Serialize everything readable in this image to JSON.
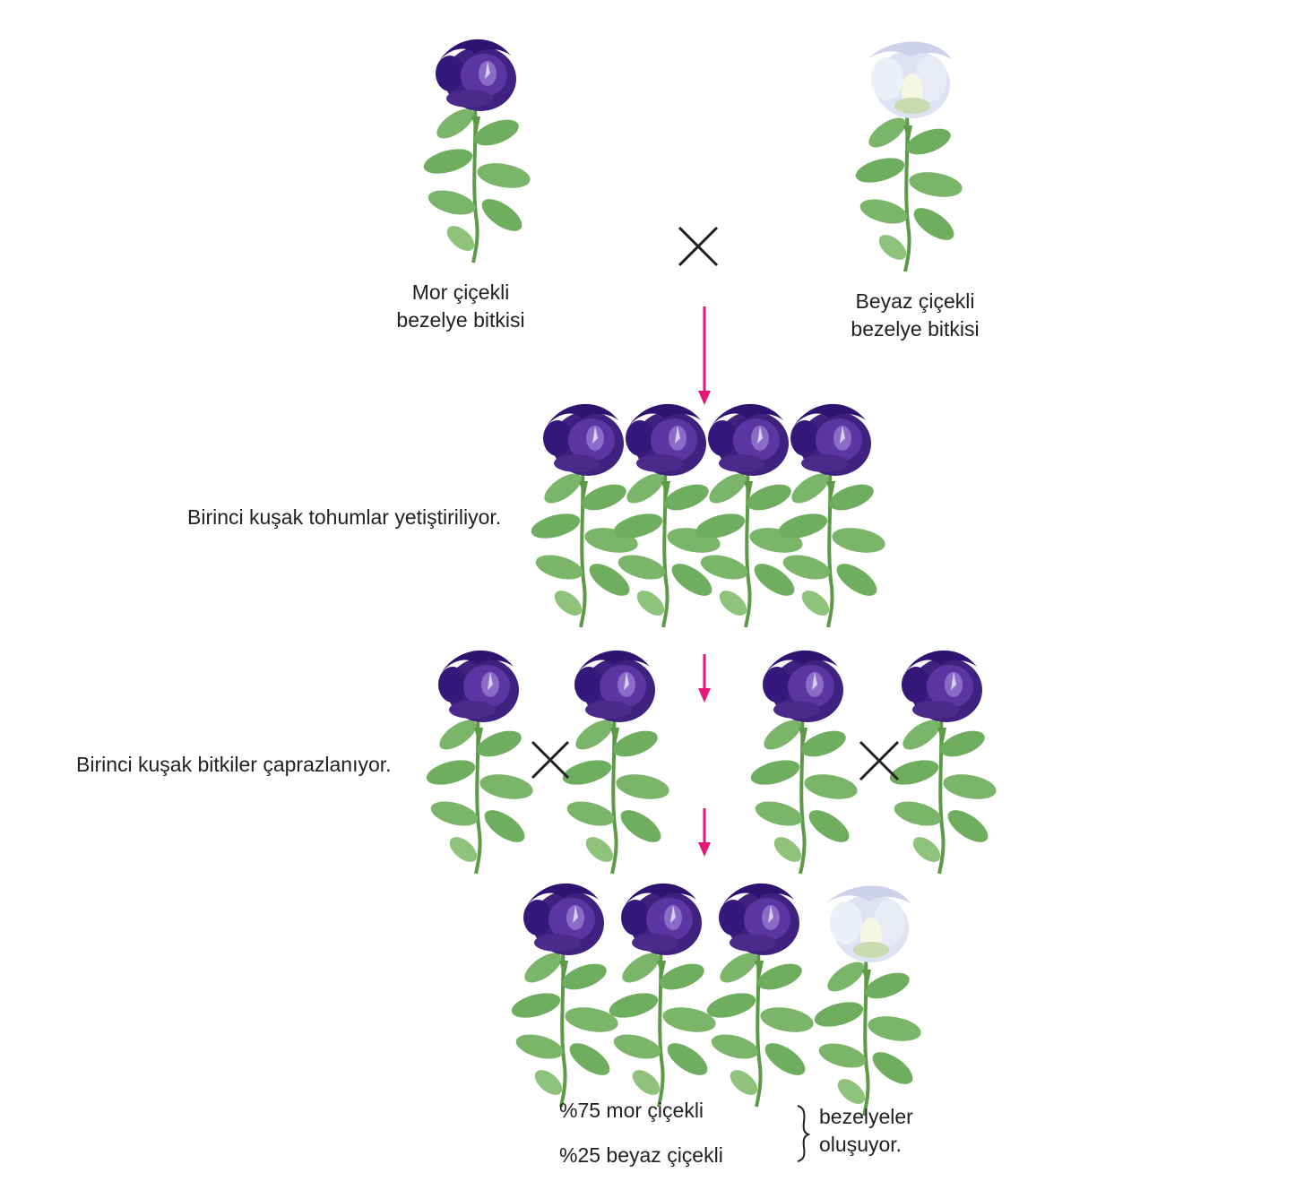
{
  "parents": {
    "purple_label_line1": "Mor çiçekli",
    "purple_label_line2": "bezelye bitkisi",
    "white_label_line1": "Beyaz çiçekli",
    "white_label_line2": "bezelye bitkisi"
  },
  "steps": {
    "first_generation_grown": "Birinci kuşak tohumlar yetiştiriliyor.",
    "first_generation_crossed": "Birinci kuşak bitkiler çaprazlanıyor."
  },
  "result": {
    "purple_ratio": "%75 mor çiçekli",
    "white_ratio": "%25 beyaz çiçekli",
    "conclusion_line1": "bezelyeler",
    "conclusion_line2": "oluşuyor."
  },
  "colors": {
    "purple_flower": "#4b2a8c",
    "white_flower": "#e4e6f4",
    "leaf": "#6fae5e",
    "arrow": "#e5157a",
    "cross": "#231f20"
  }
}
